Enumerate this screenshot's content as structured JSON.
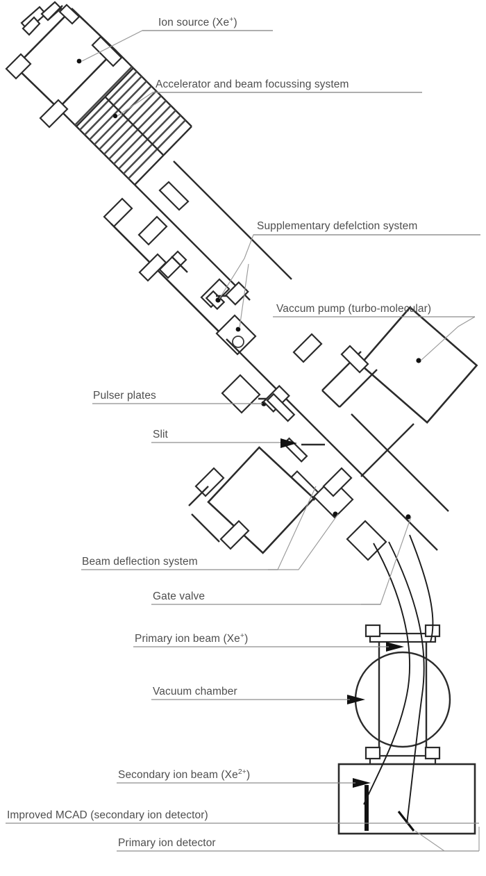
{
  "figure": {
    "kind": "technical-schematic",
    "subject": "Ion accelerator beamline with vacuum chamber and ion detectors",
    "background_color": "#ffffff",
    "line_color": "#2b2b2b",
    "label_color": "#4e4e4e",
    "leader_color": "#9a9a9a"
  },
  "labels": {
    "ion_source": "Ion source (Xe",
    "ion_source_sup": "+",
    "ion_source_tail": ")",
    "accelerator": "Accelerator and beam focussing system",
    "supplementary_deflection": "Supplementary defelction system",
    "vacuum_pump": "Vaccum pump (turbo-molecular)",
    "pulser_plates": "Pulser plates",
    "slit": "Slit",
    "beam_deflection": "Beam deflection system",
    "gate_valve": "Gate valve",
    "primary_beam": "Primary ion beam (Xe",
    "primary_beam_sup": "+",
    "primary_beam_tail": ")",
    "vacuum_chamber": "Vacuum chamber",
    "secondary_beam": "Secondary ion beam (Xe",
    "secondary_beam_sup": "2+",
    "secondary_beam_tail": ")",
    "mcad": "Improved MCAD (secondary ion detector)",
    "primary_detector": "Primary ion detector"
  },
  "components": [
    {
      "name": "ion-source",
      "label_key": "ion_source"
    },
    {
      "name": "accelerator-column",
      "label_key": "accelerator"
    },
    {
      "name": "supplementary-deflection-system",
      "label_key": "supplementary_deflection"
    },
    {
      "name": "turbo-molecular-vacuum-pump",
      "label_key": "vacuum_pump"
    },
    {
      "name": "pulser-plates",
      "label_key": "pulser_plates"
    },
    {
      "name": "slit",
      "label_key": "slit"
    },
    {
      "name": "beam-deflection-system",
      "label_key": "beam_deflection"
    },
    {
      "name": "gate-valve",
      "label_key": "gate_valve"
    },
    {
      "name": "primary-ion-beam",
      "label_key": "primary_beam"
    },
    {
      "name": "vacuum-chamber",
      "label_key": "vacuum_chamber"
    },
    {
      "name": "secondary-ion-beam",
      "label_key": "secondary_beam"
    },
    {
      "name": "improved-mcad-detector",
      "label_key": "mcad"
    },
    {
      "name": "primary-ion-detector",
      "label_key": "primary_detector"
    }
  ]
}
